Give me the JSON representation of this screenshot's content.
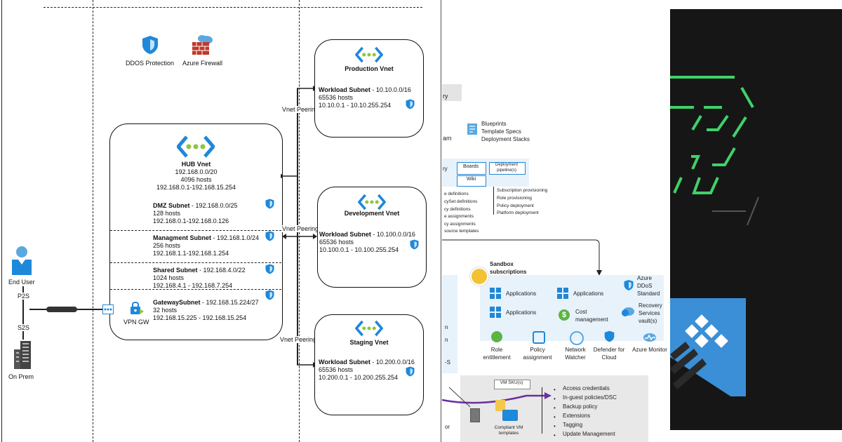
{
  "left_diagram": {
    "top_label": "",
    "ddos": "DDOS Protection",
    "firewall": "Azure Firewall",
    "hub": {
      "title": "HUB Vnet",
      "addr": "192.168.0.0/20",
      "hosts": "4096 hosts",
      "range": "192.168.0.1-192.168.15.254",
      "subnets": [
        {
          "name": "DMZ Subnet",
          "addr": " - 192.168.0.0/25",
          "hosts": "128 hosts",
          "range": "192.168.0.1-192.168.0.126"
        },
        {
          "name": "Managment Subnet",
          "addr": " - 192.168.1.0/24",
          "hosts": "256 hosts",
          "range": "192.168.1.1-192.168.1.254"
        },
        {
          "name": "Shared Subnet",
          "addr": " - 192.168.4.0/22",
          "hosts": "1024 hosts",
          "range": "192.168.4.1 - 192.168.7.254"
        },
        {
          "name": "GatewaySubnet",
          "addr": " - 192.168.15.224/27",
          "hosts": "32 hosts",
          "range": "192.168.15.225 - 192.168.15.254"
        }
      ]
    },
    "vpn_gw": "VPN GW",
    "end_user": "End User",
    "p2s": "P2S",
    "s2s": "S2S",
    "on_prem": "On Prem",
    "peering_label": "Vnet Peering",
    "spokes": [
      {
        "title": "Production Vnet",
        "subnet": "Workload Subnet",
        "addr": " - 10.10.0.0/16",
        "hosts": "65536 hosts",
        "range": "10.10.0.1 - 10.10.255.254"
      },
      {
        "title": "Development Vnet",
        "subnet": "Workload Subnet",
        "addr": " - 10.100.0.0/16",
        "hosts": "65536 hosts",
        "range": "10.100.0.1 - 10.100.255.254"
      },
      {
        "title": "Staging Vnet",
        "subnet": "Workload Subnet",
        "addr": " - 10.200.0.0/16",
        "hosts": "65536 hosts",
        "range": "10.200.0.1 - 10.200.255.254"
      }
    ]
  },
  "middle_diagram": {
    "frag_ry": "ry",
    "frag_am": "am",
    "frag_ry2": "ry",
    "blueprints": [
      "Blueprints",
      "Template Specs",
      "Deployment Stacks"
    ],
    "boards": "Boards",
    "wiki": "Wiki",
    "deployment_pipelines": "Deployment pipeline(s)",
    "pipeline_items": [
      "Subscription provisioning",
      "Role provisioning",
      "Policy deployment",
      "Platform deployment"
    ],
    "left_list": [
      "e definitions",
      "cySet definitions",
      "cy definitions",
      "e assignments",
      "cy assignments",
      "source templates"
    ],
    "sandbox": "Sandbox subscriptions",
    "apps": [
      "Applications",
      "Applications",
      "Applications"
    ],
    "cost": "Cost management",
    "ddos_std": "Azure DDoS Standard",
    "recovery": "Recovery Services vault(s)",
    "bottom_icons": [
      "Role entitlement",
      "Policy assignment",
      "Network Watcher",
      "Defender for Cloud",
      "Azure Monitor"
    ],
    "left_frags": [
      "n",
      "n",
      "-S",
      "or"
    ],
    "vm_sku": "VM SKU(s)",
    "compliant": "Compliant VM templates",
    "bullets": [
      "Access credentials",
      "In-guest policies/DSC",
      "Backup policy",
      "Extensions",
      "Tagging",
      "Update Management"
    ]
  },
  "colors": {
    "azure_blue": "#1e88d9",
    "vnet_green": "#8cc63f",
    "firewall_red": "#c0392b",
    "terminal_green": "#3fd16a",
    "dark_bg": "#161616",
    "purple_arrow": "#6b2fa0"
  }
}
